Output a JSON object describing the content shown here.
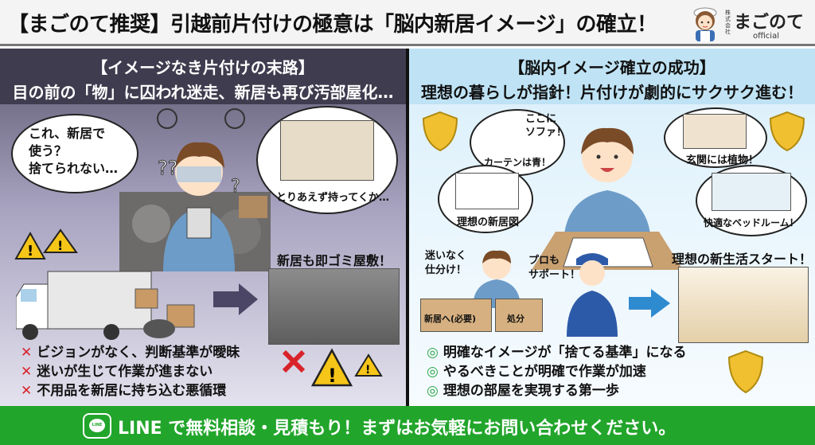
{
  "header": {
    "title": "【まごのて推奨】引越前片付けの極意は「脳内新居イメージ」の確立！",
    "brand": {
      "prefix": "株式会社",
      "name": "まごのて",
      "suffix": "official",
      "icon": "maid-mascot-icon"
    }
  },
  "left_panel": {
    "heading": "【イメージなき片付けの末路】",
    "subheading": "目の前の「物」に囚われ迷走、新居も再び汚部屋化…",
    "thought_bubble_1": "これ、新居で\n使う？\n捨てられない…",
    "thought_bubble_2": "とりあえず持ってくか…",
    "result_label": "新居も即ゴミ屋敷！",
    "bullets": [
      "ビジョンがなく、判断基準が曖昧",
      "迷いが生じて作業が進まない",
      "不用品を新居に持ち込む悪循環"
    ],
    "bullet_icon": "✕",
    "background_color": "#3e3c4e"
  },
  "right_panel": {
    "heading": "【脳内イメージ確立の成功】",
    "subheading": "理想の暮らしが指針！片付けが劇的にサクサク進む！",
    "bubbles": {
      "sofa": "ここに\nソファ！",
      "curtain": "カーテンは青！",
      "floorplan": "理想の新居図",
      "entrance": "玄関には植物！",
      "bedroom": "快適なベッドルーム！"
    },
    "sort_label": "迷いなく\n仕分け！",
    "pro_label": "プロも\nサポート！",
    "box_labels": [
      "新居へ(必要)",
      "処分"
    ],
    "result_label": "理想の新生活スタート！",
    "bullets": [
      "明確なイメージが「捨てる基準」になる",
      "やるべきことが明確で作業が加速",
      "理想の部屋を実現する第一歩"
    ],
    "bullet_icon": "◎",
    "background_color": "#bfe3f5"
  },
  "footer": {
    "line_badge": "LINE",
    "cta": "LINE で無料相談・見積もり！まずはお気軽にお問い合わせください。",
    "background_color": "#22a52b"
  }
}
